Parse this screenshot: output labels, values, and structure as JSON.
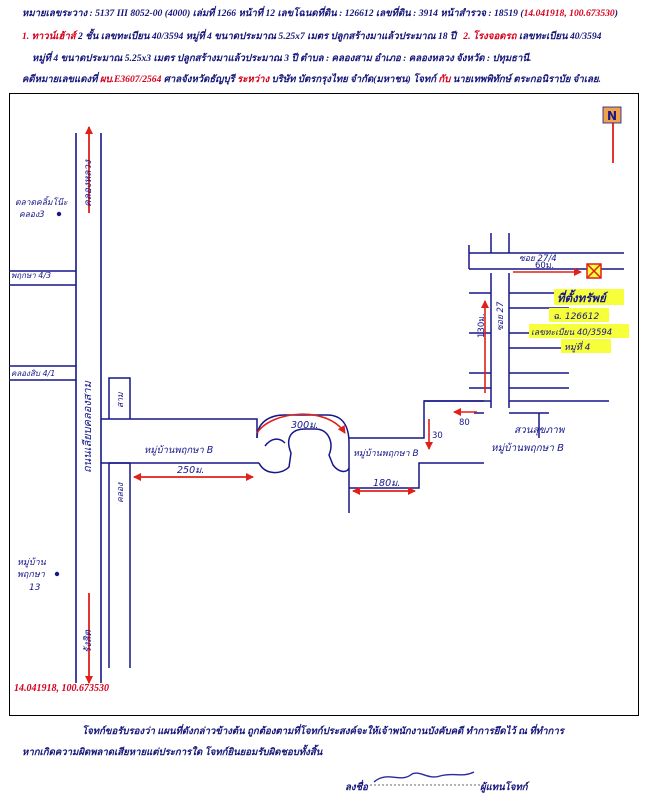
{
  "header": {
    "line1_a": "หมายเลขระวาง : 5137 III 8052-00 (4000) เล่มที่ 1266 หน้าที่ 12 เลขโฉนดที่ดิน : 126612 เลขที่ดิน : 3914 หน้าสำรวจ : 18519 (",
    "coord": "14.041918, 100.673530",
    "line1_b": ")",
    "line2_n1": "1. ทาวน์เฮ้าส์",
    "line2_a": " 2 ชั้น เลขทะเบียน 40/3594 หมู่ที่ 4 ขนาดประมาณ 5.25x7 เมตร ปลูกสร้างมาแล้วประมาณ 18 ปี",
    "line2_n2": "2. โรงจอดรถ",
    "line2_b": " เลขทะเบียน 40/3594",
    "line3": "หมู่ที่ 4 ขนาดประมาณ 5.25x3 เมตร ปลูกสร้างมาแล้วประมาณ 3 ปี ตำบล : คลองสาม อำเภอ : คลองหลวง จังหวัด : ปทุมธานี.",
    "line4_a": "คดีหมายเลขแดงที่ ",
    "line4_case": "ผบ.E3607/2564",
    "line4_b": " ศาลจังหวัดธัญบุรี ",
    "line4_between": "ระหว่าง",
    "line4_c": " บริษัท บัตรกรุงไทย จำกัด(มหาชน) โจทก์ ",
    "line4_with": "กับ",
    "line4_d": " นายเทพพิทักษ์ ตระกอนิราบัย จำเลย."
  },
  "map": {
    "north": "N",
    "main_road": "ถนนเลียบคลองสาม",
    "main_road_lower": "รังสิต",
    "main_road_top": "คลองหลวง",
    "left_labels": [
      "ตลาดคลิ้มโน๊ะ",
      "คลอง3",
      "พฤกษา 4/3",
      "คลองสิบ 4/1"
    ],
    "left_bottom_labels": [
      "หมู่บ้าน",
      "พฤกษา",
      "13"
    ],
    "canal_labels": [
      "สาม",
      "คลอง"
    ],
    "village_road_left": "หมู่บ้านพฤกษา B",
    "village_road_right": "หมู่บ้านพฤกษา B",
    "dist_250": "250ม.",
    "dist_300": "300ม.",
    "dist_180": "180ม.",
    "dist_30": "30",
    "dist_80": "80",
    "dist_130": "130ม.",
    "dist_60": "60ม.",
    "soi_27_4": "ซอย 27/4",
    "soi_27": "ซอย 27",
    "park_label": "สวนสุขภาพ",
    "village_label": "หมู่บ้านพฤกษา B",
    "property_title": "ที่ตั้งทรัพย์",
    "property_deed": "ฉ. 126612",
    "property_reg": "เลขทะเบียน 40/3594",
    "property_moo": "หมู่ที่ 4",
    "coord_bottom": "14.041918, 100.673530"
  },
  "footer": {
    "line1": "โจทก์ขอรับรองว่า แผนที่ดังกล่าวข้างต้น ถูกต้องตามที่โจทก์ประสงค์จะให้เจ้าพนักงานบังคับคดี ทำการยึดไว้ ณ ที่ทำการ",
    "line2": "หากเกิดความผิดพลาดเสียหายแต่ประการใด โจทก์ยินยอมรับผิดชอบทั้งสิ้น",
    "sign_label": "ลงชื่อ",
    "sign_suffix": "ผู้แทนโจทก์"
  },
  "colors": {
    "ink": "#15157a",
    "red": "#d6001c",
    "highlight": "#f6ff3a",
    "north_badge": "#f0a24a"
  }
}
